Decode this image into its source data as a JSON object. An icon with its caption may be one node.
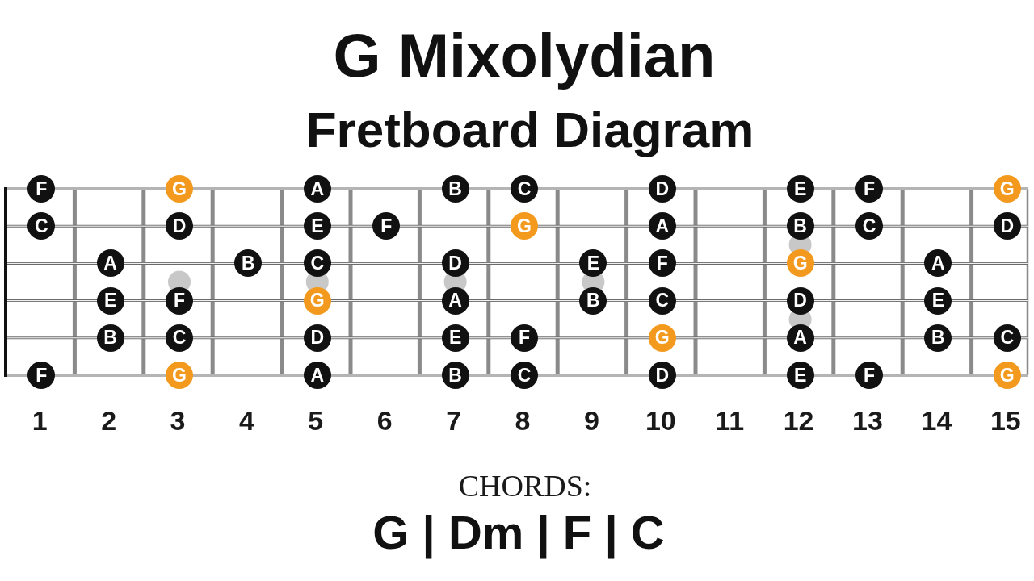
{
  "diagram": {
    "title": "G Mixolydian",
    "nodes": [
      {
        "text": [
          "F"
        ]
      },
      {
        "text": [
          "G"
        ]
      },
      {
        "text": [
          "A"
        ]
      },
      {
        "text": [
          "B"
        ]
      },
      {
        "text": [
          "C"
        ]
      },
      {
        "text": [
          "D"
        ]
      },
      {
        "text": [
          "E"
        ]
      },
      {
        "text": [
          "F"
        ]
      },
      {
        "text": [
          "G"
        ]
      },
      {
        "text": [
          "C"
        ]
      },
      {
        "text": [
          "D"
        ]
      },
      {
        "text": [
          "E"
        ]
      },
      {
        "text": [
          "F"
        ]
      },
      {
        "text": [
          "G"
        ]
      },
      {
        "text": [
          "A"
        ]
      },
      {
        "text": [
          "B"
        ]
      },
      {
        "text": [
          "C"
        ]
      },
      {
        "text": [
          "D"
        ]
      },
      {
        "text": [
          "A"
        ]
      },
      {
        "text": [
          "B"
        ]
      },
      {
        "text": [
          "C"
        ]
      },
      {
        "text": [
          "D"
        ]
      },
      {
        "text": [
          "E"
        ]
      },
      {
        "text": [
          "F"
        ]
      },
      {
        "text": [
          "G"
        ]
      },
      {
        "text": [
          "A"
        ]
      },
      {
        "text": [
          "E"
        ]
      },
      {
        "text": [
          "F"
        ]
      },
      {
        "text": [
          "G"
        ]
      },
      {
        "text": [
          "A"
        ]
      },
      {
        "text": [
          "B"
        ]
      },
      {
        "text": [
          "C"
        ]
      },
      {
        "text": [
          "D"
        ]
      },
      {
        "text": [
          "E"
        ]
      },
      {
        "text": [
          "B"
        ]
      },
      {
        "text": [
          "C"
        ]
      },
      {
        "text": [
          "D"
        ]
      },
      {
        "text": [
          "E"
        ]
      },
      {
        "text": [
          "F"
        ]
      },
      {
        "text": [
          "G"
        ]
      },
      {
        "text": [
          "A"
        ]
      },
      {
        "text": [
          "B"
        ]
      },
      {
        "text": [
          "C"
        ]
      },
      {
        "text": [
          "F"
        ]
      },
      {
        "text": [
          "G"
        ]
      },
      {
        "text": [
          "A"
        ]
      },
      {
        "text": [
          "B"
        ]
      },
      {
        "text": [
          "C"
        ]
      },
      {
        "text": [
          "D"
        ]
      },
      {
        "text": [
          "E"
        ]
      },
      {
        "text": [
          "F"
        ]
      },
      {
        "text": [
          "G"
        ]
      }
    ],
    "labels": [
      "Fretboard Diagram",
      "1",
      "2",
      "3",
      "4",
      "5",
      "6",
      "7",
      "8",
      "9",
      "10",
      "11",
      "12",
      "13",
      "14",
      "15",
      "CHORDS:",
      "G | Dm | F | C"
    ]
  }
}
